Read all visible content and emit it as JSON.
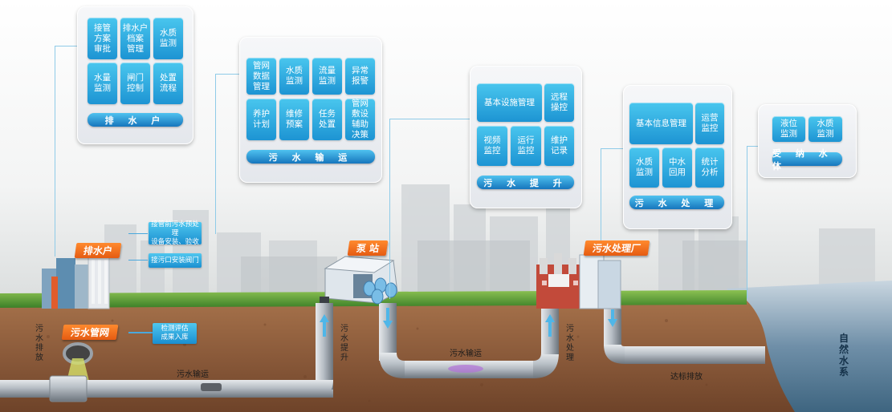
{
  "panels": {
    "drainage_user": {
      "title": "排 水 户",
      "cells": [
        "接管\n方案\n审批",
        "排水户\n档案\n管理",
        "水质\n监测",
        "水量\n监测",
        "闸门\n控制",
        "处置\n流程"
      ]
    },
    "sewage_transport": {
      "title": "污 水 输 运",
      "cells": [
        "管网\n数据\n管理",
        "水质\n监测",
        "流量\n监测",
        "异常\n报警",
        "养护\n计划",
        "维修\n预案",
        "任务\n处置",
        "管网\n敷设\n辅助\n决策"
      ]
    },
    "sewage_lift": {
      "title": "污 水 提 升",
      "cells": [
        "基本设施管理",
        "远程\n操控",
        "视频\n监控",
        "运行\n监控",
        "维护\n记录"
      ]
    },
    "sewage_treatment": {
      "title": "污 水 处 理",
      "cells": [
        "基本信息管理",
        "运营\n监控",
        "水质\n监测",
        "中水\n回用",
        "统计\n分析"
      ]
    },
    "receiving_water": {
      "title": "受 纳 水 体",
      "cells": [
        "液位\n监测",
        "水质\n监测"
      ]
    }
  },
  "tags": {
    "drainage_user": "排水户",
    "sewage_network": "污水管网",
    "pump_station": "泵 站",
    "treatment_plant": "污水处理厂"
  },
  "small_boxes": {
    "pretreatment": "接管前污水预处理\n设备安装、验收",
    "outlet_valve": "接污口安装阀门",
    "inspection": "检测评估\n成果入库"
  },
  "labels": {
    "discharge": "污水排放",
    "transport1": "污水输运",
    "lift": "污水提升",
    "transport2": "污水输运",
    "treatment": "污水处理",
    "standard_discharge": "达标排放",
    "natural_water": "自然水系"
  },
  "colors": {
    "cell_blue": "#1d94d3",
    "tag_orange": "#e55b12",
    "pipe_gray": "#a9b0b8",
    "soil_brown": "#8a5a3a"
  }
}
